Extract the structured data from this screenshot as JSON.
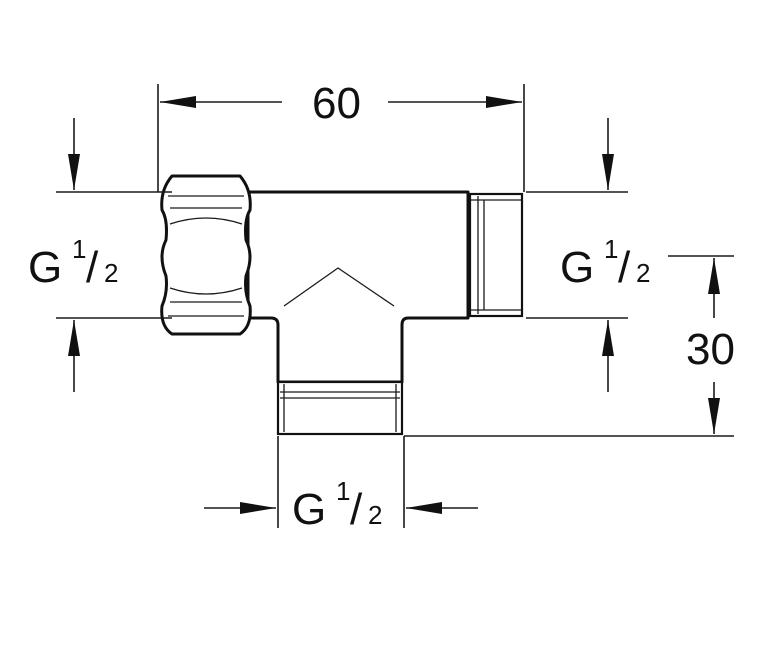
{
  "dimensions": {
    "overall_length": "60",
    "height_offset": "30"
  },
  "thread_labels": {
    "left": {
      "letter": "G",
      "num": "1",
      "slash": "/",
      "den": "2"
    },
    "right": {
      "letter": "G",
      "num": "1",
      "slash": "/",
      "den": "2"
    },
    "bottom": {
      "letter": "G",
      "num": "1",
      "slash": "/",
      "den": "2"
    }
  }
}
